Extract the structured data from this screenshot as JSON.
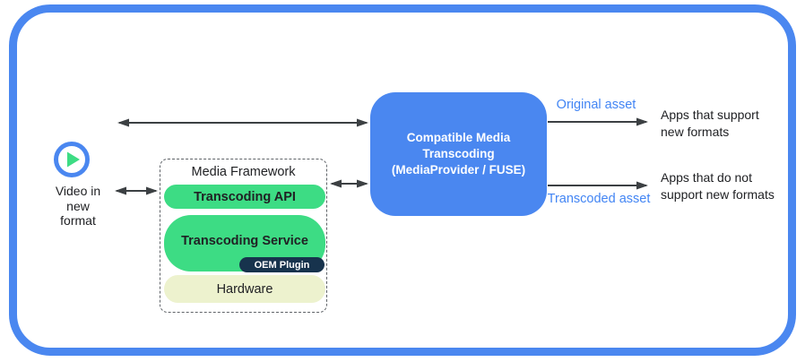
{
  "video_input": {
    "label": "Video in\nnew\nformat"
  },
  "framework": {
    "title": "Media Framework",
    "api_label": "Transcoding API",
    "service_label": "Transcoding Service",
    "oem_label": "OEM Plugin",
    "hardware_label": "Hardware"
  },
  "transcoder": {
    "label": "Compatible Media\nTranscoding\n(MediaProvider / FUSE)"
  },
  "outputs": {
    "original_label": "Original asset",
    "original_target": "Apps that support\nnew formats",
    "transcoded_label": "Transcoded asset",
    "transcoded_target": "Apps that do not\nsupport new formats"
  },
  "icons": {
    "play_icon": "play-triangle-in-circle"
  },
  "colors": {
    "accent_blue": "#4285F4",
    "box_blue": "#4A87F0",
    "android_green": "#3DDC84",
    "oem_navy": "#17334D",
    "hardware_cream": "#EDF2CE",
    "arrow_gray": "#3C4043"
  }
}
